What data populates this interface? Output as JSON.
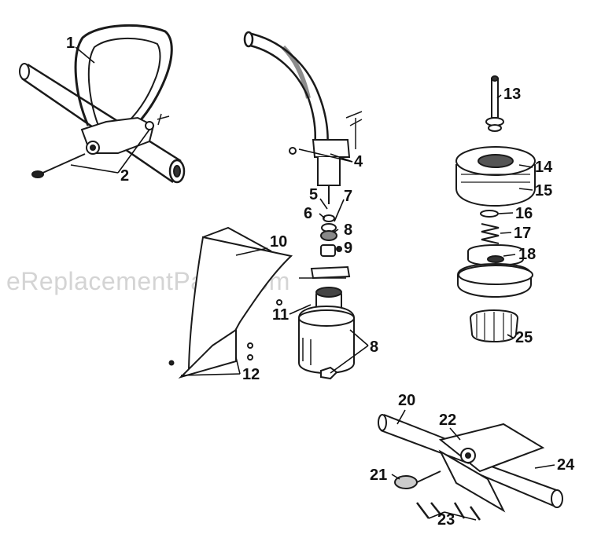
{
  "watermark": "eReplacementParts.com",
  "callouts": [
    {
      "id": "1",
      "label": "1"
    },
    {
      "id": "2",
      "label": "2"
    },
    {
      "id": "4",
      "label": "4"
    },
    {
      "id": "5",
      "label": "5"
    },
    {
      "id": "6",
      "label": "6"
    },
    {
      "id": "7",
      "label": "7"
    },
    {
      "id": "8a",
      "label": "8"
    },
    {
      "id": "9",
      "label": "9"
    },
    {
      "id": "10",
      "label": "10"
    },
    {
      "id": "11",
      "label": "11"
    },
    {
      "id": "8b",
      "label": "8"
    },
    {
      "id": "12",
      "label": "12"
    },
    {
      "id": "13",
      "label": "13"
    },
    {
      "id": "14",
      "label": "14"
    },
    {
      "id": "15",
      "label": "15"
    },
    {
      "id": "16",
      "label": "16"
    },
    {
      "id": "17",
      "label": "17"
    },
    {
      "id": "18",
      "label": "18"
    },
    {
      "id": "25",
      "label": "25"
    },
    {
      "id": "20",
      "label": "20"
    },
    {
      "id": "22",
      "label": "22"
    },
    {
      "id": "24",
      "label": "24"
    },
    {
      "id": "21",
      "label": "21"
    },
    {
      "id": "23",
      "label": "23"
    }
  ]
}
